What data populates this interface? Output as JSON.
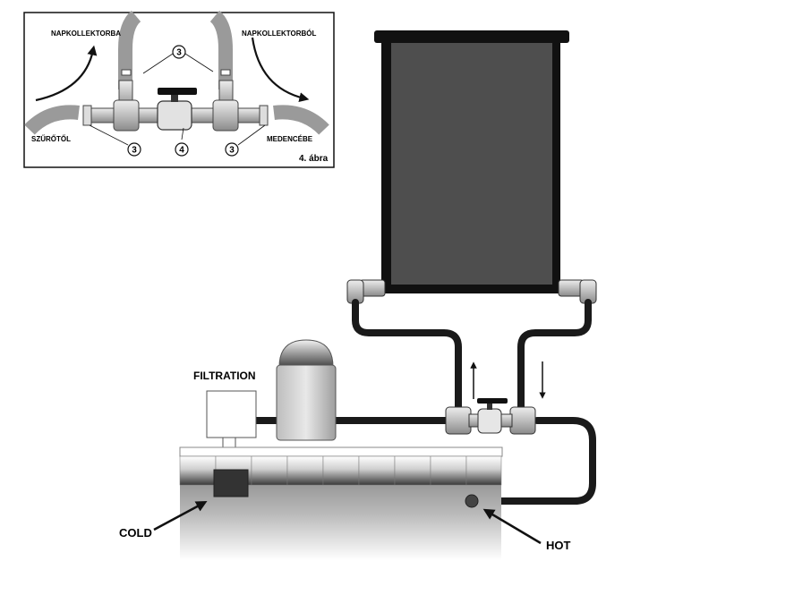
{
  "inset": {
    "label_to_collector": "NAPKOLLEKTORBA",
    "label_from_collector": "NAPKOLLEKTORBÓL",
    "label_from_filter": "SZŰRŐTŐL",
    "label_to_pool": "MEDENCÉBE",
    "callouts": [
      "3",
      "3",
      "4",
      "3"
    ],
    "figure_caption": "4. ábra"
  },
  "main": {
    "label_filtration": "FILTRATION",
    "label_cold": "COLD",
    "label_hot": "HOT"
  },
  "colors": {
    "panel": "#4e4e4e",
    "frame": "#111111",
    "pipe": "#1a1a1a"
  }
}
